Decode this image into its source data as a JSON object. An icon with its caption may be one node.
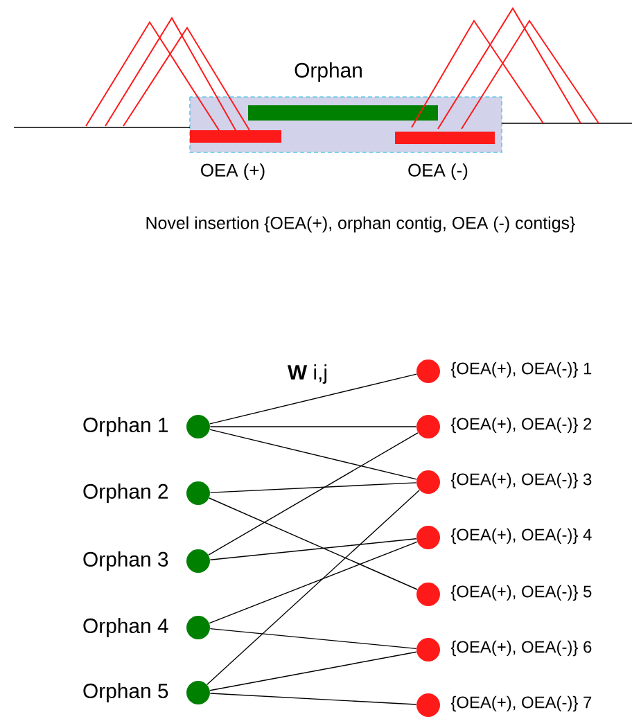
{
  "diagram": {
    "nodes": [
      {
        "text": [],
        "shape": "circle",
        "beside": [
          "Orphan 1"
        ]
      },
      {
        "text": [],
        "shape": "circle",
        "beside": [
          "Orphan 2"
        ]
      },
      {
        "text": [],
        "shape": "circle",
        "beside": [
          "Orphan 3"
        ]
      },
      {
        "text": [],
        "shape": "circle",
        "beside": [
          "Orphan 4"
        ]
      },
      {
        "text": [],
        "shape": "circle",
        "beside": [
          "Orphan 5"
        ]
      },
      {
        "text": [],
        "shape": "circle",
        "beside": [
          "{OEA(+), OEA(-)} 1"
        ]
      },
      {
        "text": [],
        "shape": "circle",
        "beside": [
          "{OEA(+), OEA(-)} 2"
        ]
      },
      {
        "text": [],
        "shape": "circle",
        "beside": [
          "{OEA(+), OEA(-)} 3"
        ]
      },
      {
        "text": [],
        "shape": "circle",
        "beside": [
          "{OEA(+), OEA(-)} 4"
        ]
      },
      {
        "text": [],
        "shape": "circle",
        "beside": [
          "{OEA(+), OEA(-)} 5"
        ]
      },
      {
        "text": [],
        "shape": "circle",
        "beside": [
          "{OEA(+), OEA(-)} 6"
        ]
      },
      {
        "text": [],
        "shape": "circle",
        "beside": [
          "{OEA(+), OEA(-)} 7"
        ]
      }
    ],
    "edges": [
      {
        "from": 0,
        "to": 5,
        "arrow": "none",
        "label": "**W** i,j"
      },
      {
        "from": 0,
        "to": 6,
        "arrow": "none"
      },
      {
        "from": 0,
        "to": 7,
        "arrow": "none"
      },
      {
        "from": 1,
        "to": 7,
        "arrow": "none"
      },
      {
        "from": 1,
        "to": 9,
        "arrow": "none"
      },
      {
        "from": 2,
        "to": 6,
        "arrow": "none"
      },
      {
        "from": 2,
        "to": 8,
        "arrow": "none"
      },
      {
        "from": 3,
        "to": 8,
        "arrow": "none"
      },
      {
        "from": 3,
        "to": 10,
        "arrow": "none"
      },
      {
        "from": 4,
        "to": 7,
        "arrow": "none"
      },
      {
        "from": 4,
        "to": 10,
        "arrow": "none"
      },
      {
        "from": 4,
        "to": 11,
        "arrow": "none"
      }
    ],
    "labels": [
      "Orphan",
      "OEA (+)",
      "OEA (-)",
      "Novel insertion {OEA(+), orphan contig, OEA (-) contigs}"
    ]
  }
}
